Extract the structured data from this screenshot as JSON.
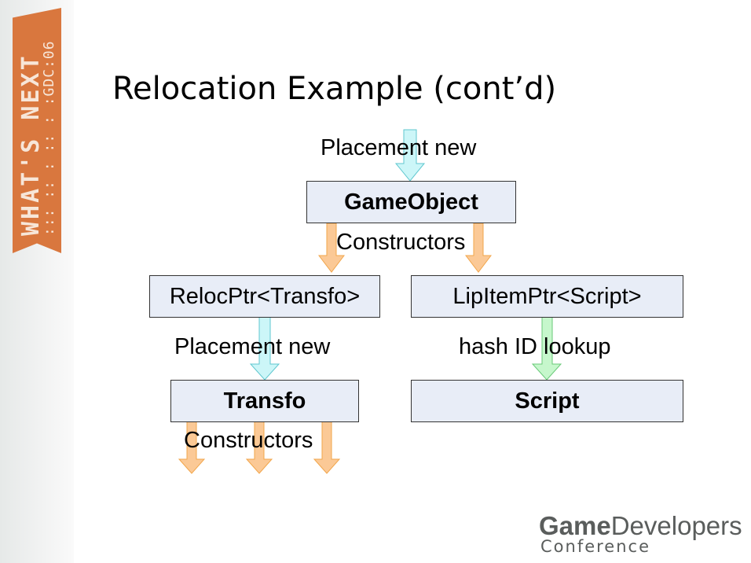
{
  "sidebar": {
    "ribbon_main": "WHAT'S NEXT",
    "ribbon_sub": ":::  ::  :  ::  : :GDC:06",
    "ribbon_color": "#d9773e"
  },
  "slide": {
    "title": "Relocation Example (cont’d)"
  },
  "diagram": {
    "nodes": {
      "gameobject": "GameObject",
      "relocptr": "RelocPtr<Transfo>",
      "lipitemptr": "LipItemPtr<Script>",
      "transfo": "Transfo",
      "script": "Script"
    },
    "labels": {
      "placement_new_top": "Placement new",
      "constructors_top": "Constructors",
      "placement_new_mid": "Placement new",
      "hash_lookup": "hash ID lookup",
      "constructors_bottom": "Constructors"
    },
    "colors": {
      "box_fill": "#e8edf7",
      "cyan_arrow": "#ccf6f8",
      "orange_arrow": "#fbc996",
      "green_arrow": "#c6f7cc"
    }
  },
  "footer": {
    "logo_bold": "Game",
    "logo_rest": "Developers",
    "logo_line2": "Conference"
  }
}
